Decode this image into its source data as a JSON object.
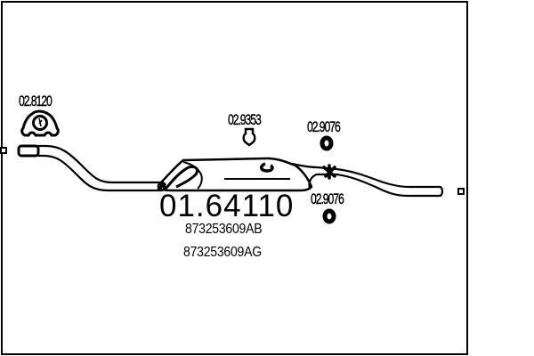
{
  "diagram": {
    "type": "exhaust-system-parts-diagram",
    "main_part": {
      "code": "01.64110",
      "oem_numbers": [
        "873253609AB",
        "873253609AG"
      ]
    },
    "accessories": [
      {
        "code": "02.8120",
        "type": "rubber-mount"
      },
      {
        "code": "02.9353",
        "type": "hanger"
      },
      {
        "code": "02.9076",
        "type": "rubber-ring"
      },
      {
        "code": "02.9076",
        "type": "rubber-ring"
      }
    ],
    "colors": {
      "line": "#000000",
      "background": "#ffffff"
    }
  }
}
